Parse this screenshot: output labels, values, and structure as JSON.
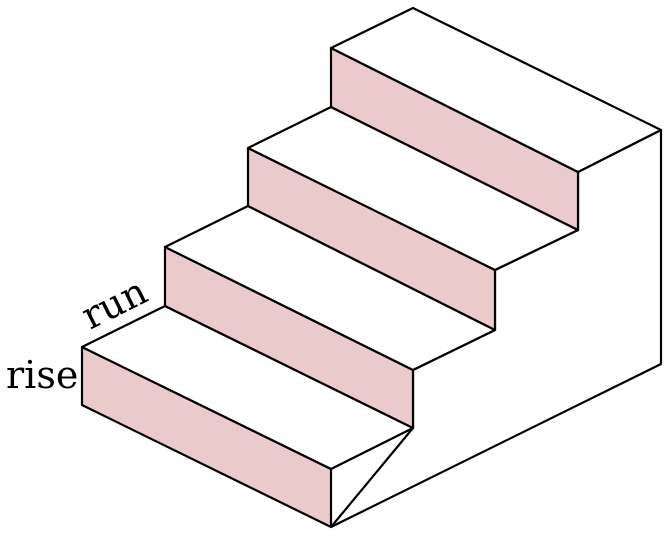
{
  "diagram": {
    "labels": {
      "rise": "rise",
      "run": "run"
    },
    "colors": {
      "riser_fill": "#ebcacc",
      "tread_fill": "#ffffff",
      "line": "#000000"
    },
    "steps": 4
  }
}
